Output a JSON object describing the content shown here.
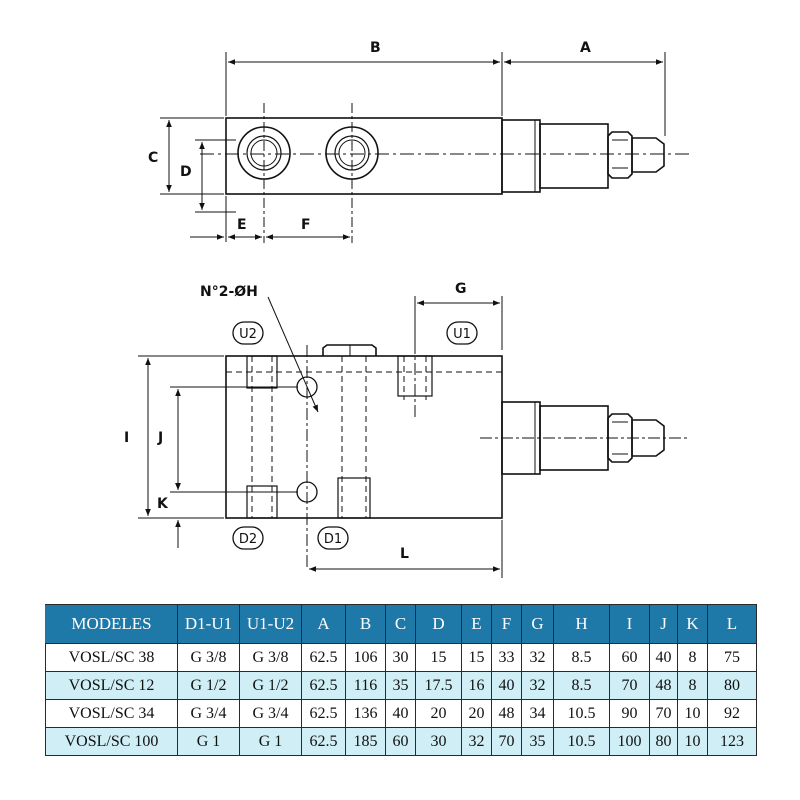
{
  "dimensions": {
    "A": "A",
    "B": "B",
    "C": "C",
    "D": "D",
    "E": "E",
    "F": "F",
    "G": "G",
    "I": "I",
    "J": "J",
    "K": "K",
    "L": "L"
  },
  "hole_callout": "N°2-ØH",
  "ports": {
    "u1": "U1",
    "u2": "U2",
    "d1": "D1",
    "d2": "D2"
  },
  "table": {
    "headers": [
      "MODELES",
      "D1-U1",
      "U1-U2",
      "A",
      "B",
      "C",
      "D",
      "E",
      "F",
      "G",
      "H",
      "I",
      "J",
      "K",
      "L"
    ],
    "rows": [
      [
        "VOSL/SC 38",
        "G 3/8",
        "G 3/8",
        "62.5",
        "106",
        "30",
        "15",
        "15",
        "33",
        "32",
        "8.5",
        "60",
        "40",
        "8",
        "75"
      ],
      [
        "VOSL/SC 12",
        "G 1/2",
        "G 1/2",
        "62.5",
        "116",
        "35",
        "17.5",
        "16",
        "40",
        "32",
        "8.5",
        "70",
        "48",
        "8",
        "80"
      ],
      [
        "VOSL/SC 34",
        "G 3/4",
        "G 3/4",
        "62.5",
        "136",
        "40",
        "20",
        "20",
        "48",
        "34",
        "10.5",
        "90",
        "70",
        "10",
        "92"
      ],
      [
        "VOSL/SC 100",
        "G 1",
        "G 1",
        "62.5",
        "185",
        "60",
        "30",
        "32",
        "70",
        "35",
        "10.5",
        "100",
        "80",
        "10",
        "123"
      ]
    ]
  },
  "colors": {
    "header_bg": "#1f79a8",
    "alt_row_bg": "#cfeef5",
    "line": "#111111"
  }
}
